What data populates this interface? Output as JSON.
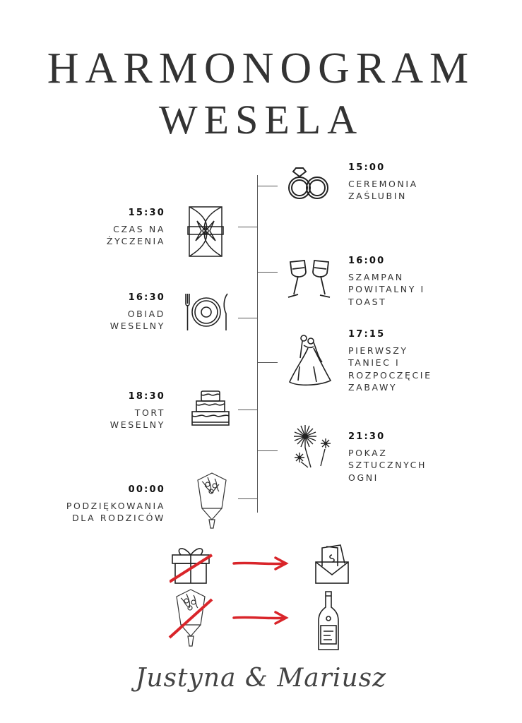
{
  "title": {
    "line1": "HARMONOGRAM",
    "line2": "WESELA"
  },
  "events_right": [
    {
      "time": "15:00",
      "lines": [
        "CEREMONIA",
        "ZAŚLUBIN"
      ],
      "icon": "rings-icon"
    },
    {
      "time": "16:00",
      "lines": [
        "SZAMPAN",
        "POWITALNY I",
        "TOAST"
      ],
      "icon": "toast-glasses-icon"
    },
    {
      "time": "17:15",
      "lines": [
        "PIERWSZY",
        "TANIEC I",
        "ROZPOCZĘCIE",
        "ZABAWY"
      ],
      "icon": "dancing-couple-icon"
    },
    {
      "time": "21:30",
      "lines": [
        "POKAZ",
        "SZTUCZNYCH",
        "OGNI"
      ],
      "icon": "fireworks-icon"
    }
  ],
  "events_left": [
    {
      "time": "15:30",
      "lines": [
        "CZAS NA",
        "ŻYCZENIA"
      ],
      "icon": "gift-card-icon"
    },
    {
      "time": "16:30",
      "lines": [
        "OBIAD",
        "WESELNY"
      ],
      "icon": "plate-cutlery-icon"
    },
    {
      "time": "18:30",
      "lines": [
        "TORT",
        "WESELNY"
      ],
      "icon": "cake-icon"
    },
    {
      "time": "00:00",
      "lines": [
        "PODZIĘKOWANIA",
        "DLA RODZICÓW"
      ],
      "icon": "bouquet-icon"
    }
  ],
  "requests": [
    {
      "instead_of": "gift-icon",
      "prefer": "money-envelope-icon"
    },
    {
      "instead_of": "bouquet-icon",
      "prefer": "wine-bottle-icon"
    }
  ],
  "colors": {
    "cross": "#d9252a",
    "text": "#333333"
  },
  "signature": "Justyna & Mariusz"
}
